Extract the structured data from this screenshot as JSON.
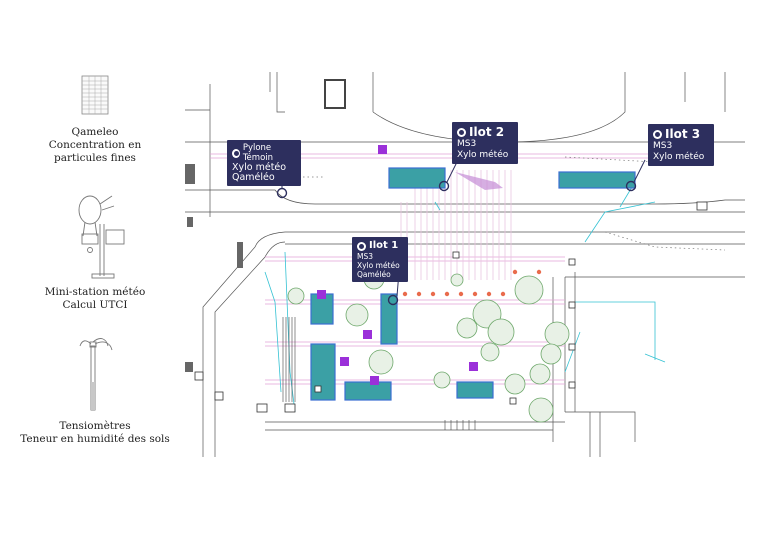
{
  "legend": [
    {
      "id": "qameleo",
      "lines": [
        "Qameleo",
        "Concentration en",
        "particules fines"
      ]
    },
    {
      "id": "ministation",
      "lines": [
        "Mini-station météo",
        "Calcul UTCI"
      ]
    },
    {
      "id": "tensiometres",
      "lines": [
        "Tensiomètres",
        "Teneur en humidité des sols"
      ]
    }
  ],
  "callouts": {
    "pylone": {
      "title": "Pylone Témoin",
      "lines": [
        "Xylo météo",
        "Qaméléo"
      ]
    },
    "ilot2": {
      "title": "Ilot 2",
      "lines": [
        "MS3",
        "Xylo météo"
      ]
    },
    "ilot3": {
      "title": "Ilot 3",
      "lines": [
        "MS3",
        "Xylo météo"
      ]
    },
    "ilot1": {
      "title": "Ilot 1",
      "lines": [
        "MS3",
        "Xylo météo",
        "Qaméléo"
      ]
    }
  },
  "colors": {
    "callout_bg": "#2d2f5e",
    "sensor_purple": "#9b30d9",
    "planting_blue": "#3b6fd1",
    "cyan_line": "#35c2d3",
    "pink_line": "#e3a3d6",
    "tree_green": "#6ea86b",
    "bench_orange": "#e96b4c"
  }
}
